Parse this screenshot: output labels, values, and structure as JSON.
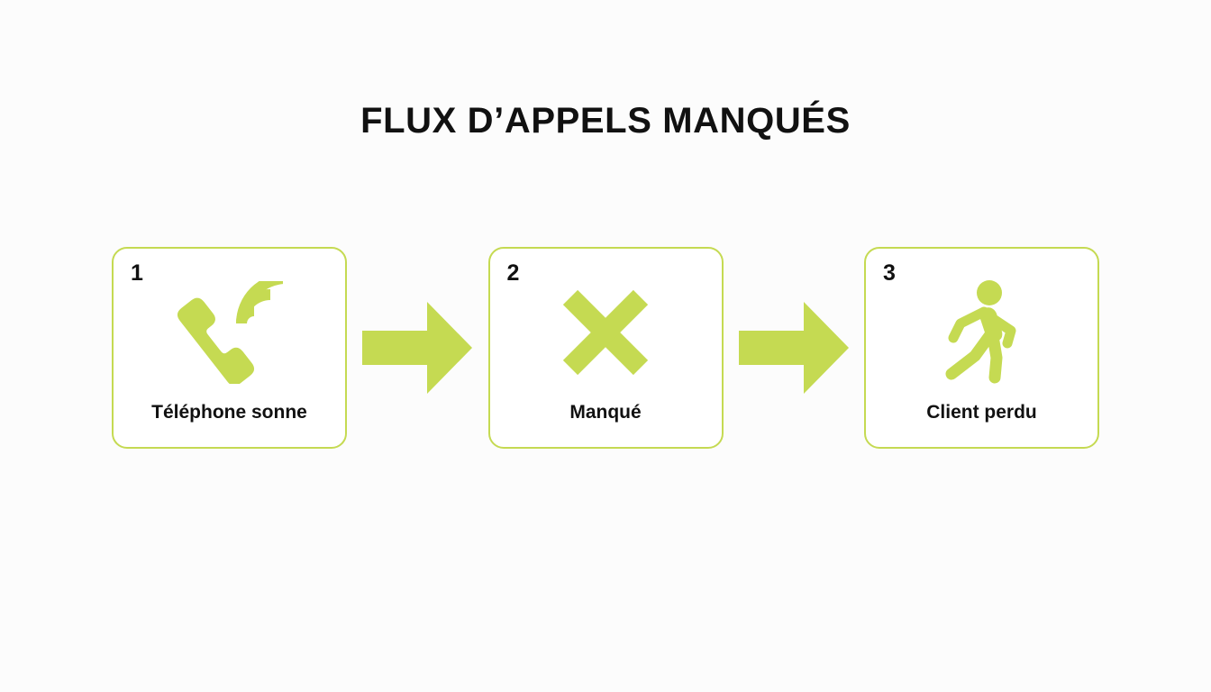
{
  "slide": {
    "title": "FLUX D’APPELS MANQUÉS",
    "background_color": "#fcfcfc",
    "accent_color": "#c5da52",
    "text_color": "#111111",
    "card_background": "#ffffff"
  },
  "steps": [
    {
      "number": "1",
      "label": "Téléphone sonne",
      "icon": "ringing-phone-icon"
    },
    {
      "number": "2",
      "label": "Manqué",
      "icon": "cross-x-icon"
    },
    {
      "number": "3",
      "label": "Client perdu",
      "icon": "walking-person-icon"
    }
  ],
  "arrows": [
    {
      "icon": "arrow-right-icon"
    },
    {
      "icon": "arrow-right-icon"
    }
  ]
}
